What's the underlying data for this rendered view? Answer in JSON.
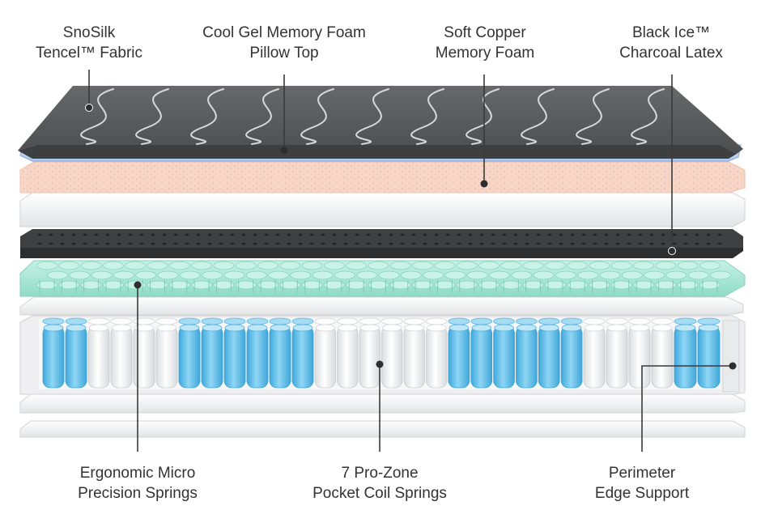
{
  "callouts": {
    "top": [
      {
        "id": "snosilk",
        "line1": "SnoSilk",
        "line2": "Tencel™ Fabric"
      },
      {
        "id": "cool-gel",
        "line1": "Cool Gel Memory Foam",
        "line2": "Pillow Top"
      },
      {
        "id": "soft-copper",
        "line1": "Soft Copper",
        "line2": "Memory Foam"
      },
      {
        "id": "black-ice",
        "line1": "Black Ice™",
        "line2": "Charcoal Latex"
      }
    ],
    "bottom": [
      {
        "id": "micro-springs",
        "line1": "Ergonomic Micro",
        "line2": "Precision Springs"
      },
      {
        "id": "pocket-coils",
        "line1": "7 Pro-Zone",
        "line2": "Pocket Coil Springs"
      },
      {
        "id": "edge-support",
        "line1": "Perimeter",
        "line2": "Edge Support"
      }
    ]
  },
  "colors": {
    "text": "#333333",
    "line": "#3a3a3a",
    "fabric": "#5a5b5d",
    "gel": "#b9d3f2",
    "copper": "#f6d4c6",
    "latex": "#404143",
    "micro": "#9fe3d0",
    "coil_blue": "#5fc1ea",
    "coil_white": "#f4f5f7"
  }
}
